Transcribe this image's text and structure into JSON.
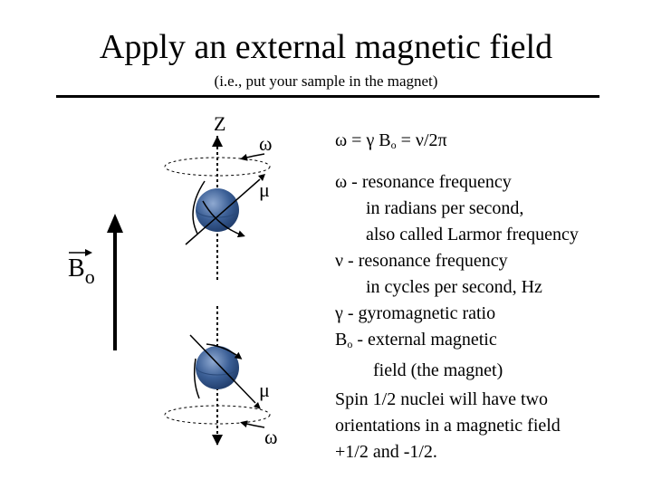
{
  "title": "Apply an external magnetic field",
  "subtitle": "(i.e., put your sample in the magnet)",
  "labels": {
    "z_axis": "Z",
    "omega_top": "ω",
    "mu_top": "μ",
    "mu_bottom": "μ",
    "omega_bottom": "ω",
    "field_main": "B",
    "field_sub": "o"
  },
  "equation": {
    "lhs": "ω = γ B",
    "sub": "o",
    "rhs": " = ν/2π"
  },
  "definitions": [
    "ω - resonance frequency",
    "in radians per second,",
    "also called Larmor frequency",
    "ν - resonance frequency",
    "in cycles per second, Hz",
    "γ - gyromagnetic ratio"
  ],
  "bo_def": {
    "main": "B",
    "sub": "o",
    "rest": " - external magnetic",
    "line2": "field (the magnet)"
  },
  "spin_note": [
    "Spin 1/2 nuclei will have two",
    "orientations in a magnetic field",
    "+1/2 and -1/2."
  ],
  "colors": {
    "sphere_light": "#8fa9d1",
    "sphere_dark": "#1e3a68"
  }
}
